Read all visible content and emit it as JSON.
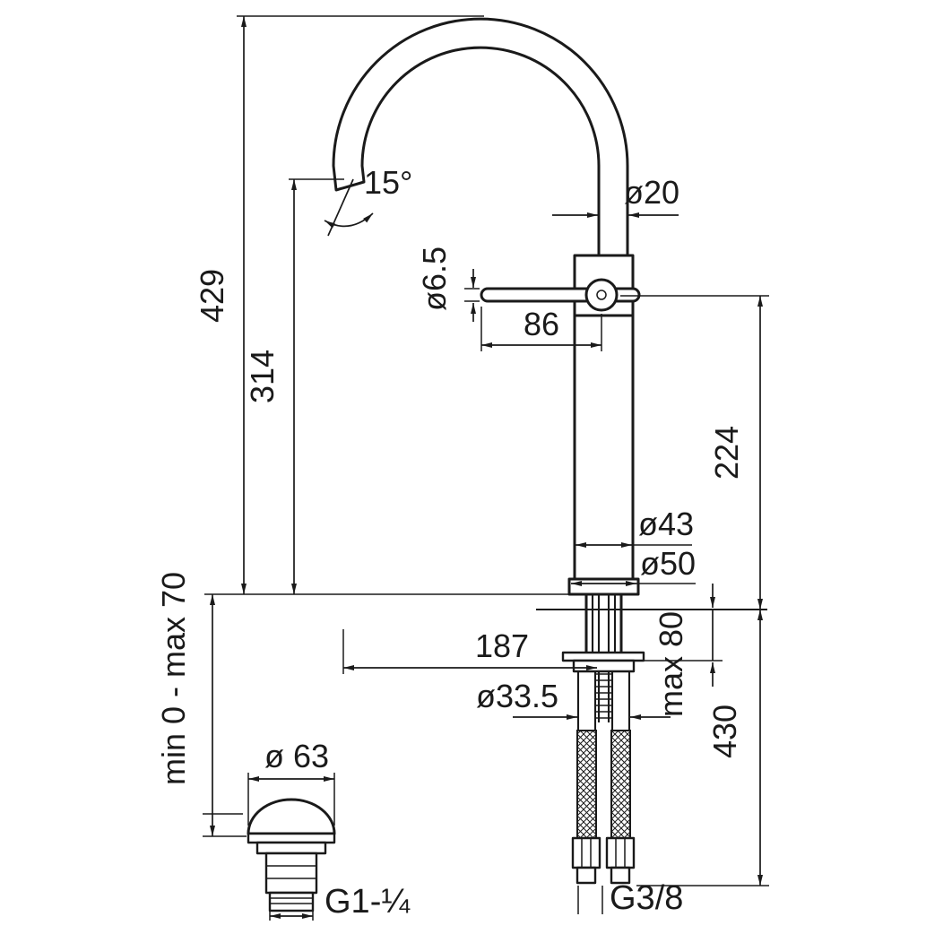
{
  "drawing": {
    "subject": "tall single-lever basin mixer tap - dimensional technical drawing",
    "colors": {
      "line": "#1a1a1a",
      "background": "#ffffff"
    },
    "dims": {
      "total_height": "429",
      "spout_height": "314",
      "spout_angle": "15°",
      "spout_pipe_diameter": "ø20",
      "lever_diameter": "ø6.5",
      "lever_length": "86",
      "body_height": "224",
      "body_diameter": "ø43",
      "base_diameter": "ø50",
      "spout_reach": "187",
      "max_deck_thickness": "max 80",
      "hole_diameter": "ø33.5",
      "hose_length": "430",
      "drain_adjust_range": "min 0 - max 70",
      "drain_cap_diameter": "ø 63",
      "drain_thread": "G1-¼",
      "supply_thread": "G3/8"
    }
  }
}
